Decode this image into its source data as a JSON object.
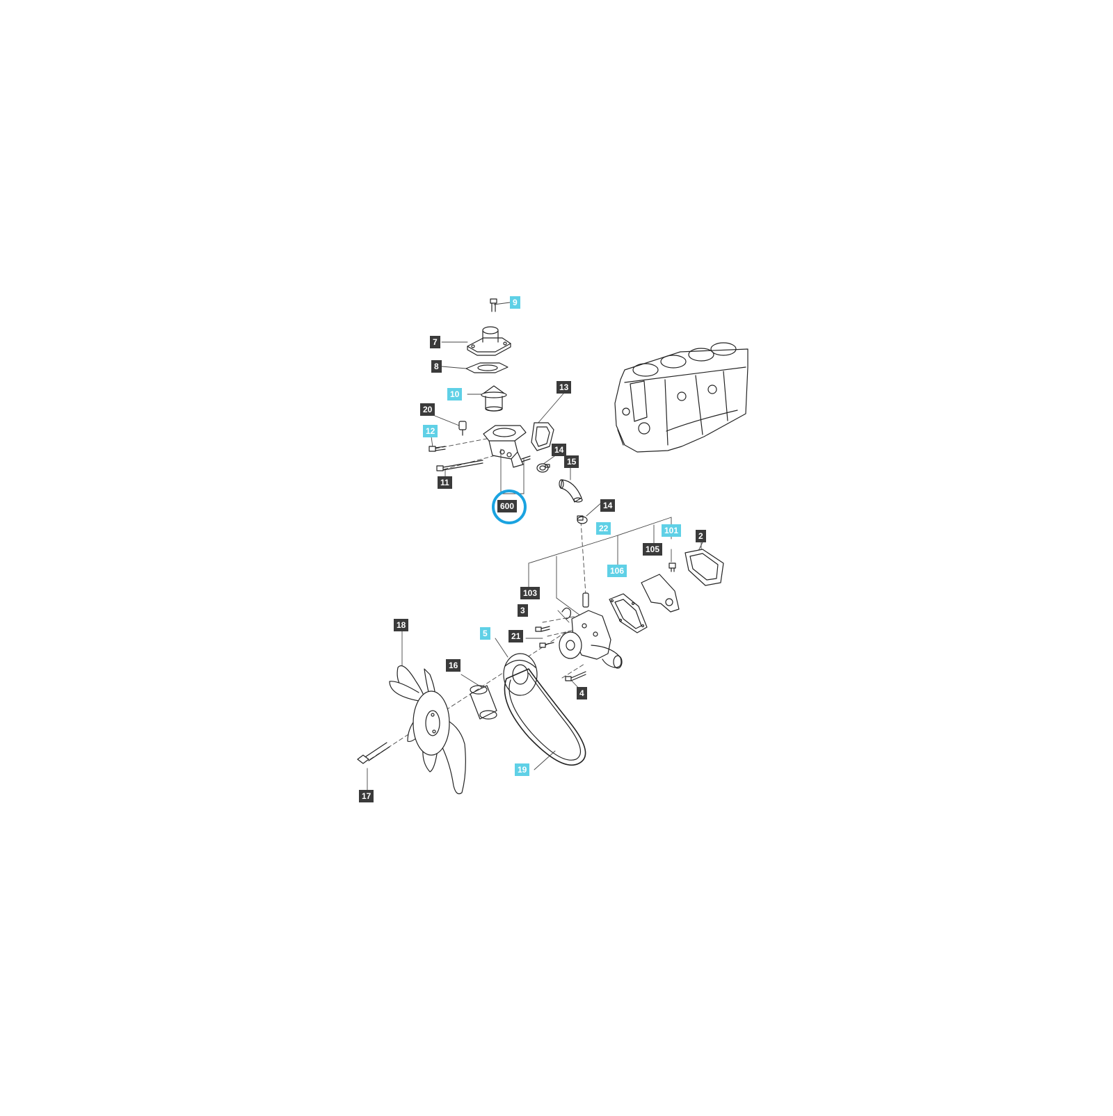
{
  "diagram": {
    "highlight_color": "#1aa3e0",
    "callout_colors": {
      "dark": "#3a3a3a",
      "cyan": "#5fd0e6"
    },
    "callouts": [
      {
        "id": "c9",
        "label": "9",
        "style": "cyan"
      },
      {
        "id": "c7",
        "label": "7",
        "style": "dark"
      },
      {
        "id": "c8",
        "label": "8",
        "style": "dark"
      },
      {
        "id": "c10",
        "label": "10",
        "style": "cyan"
      },
      {
        "id": "c13",
        "label": "13",
        "style": "dark"
      },
      {
        "id": "c20",
        "label": "20",
        "style": "dark"
      },
      {
        "id": "c12",
        "label": "12",
        "style": "cyan"
      },
      {
        "id": "c14a",
        "label": "14",
        "style": "dark"
      },
      {
        "id": "c15",
        "label": "15",
        "style": "dark"
      },
      {
        "id": "c11",
        "label": "11",
        "style": "dark"
      },
      {
        "id": "c600",
        "label": "600",
        "style": "dark",
        "highlighted": true
      },
      {
        "id": "c14b",
        "label": "14",
        "style": "dark"
      },
      {
        "id": "c22",
        "label": "22",
        "style": "cyan"
      },
      {
        "id": "c101",
        "label": "101",
        "style": "cyan"
      },
      {
        "id": "c2",
        "label": "2",
        "style": "dark"
      },
      {
        "id": "c105",
        "label": "105",
        "style": "dark"
      },
      {
        "id": "c106",
        "label": "106",
        "style": "cyan"
      },
      {
        "id": "c103",
        "label": "103",
        "style": "dark"
      },
      {
        "id": "c3",
        "label": "3",
        "style": "dark"
      },
      {
        "id": "c18",
        "label": "18",
        "style": "dark"
      },
      {
        "id": "c5",
        "label": "5",
        "style": "cyan"
      },
      {
        "id": "c21",
        "label": "21",
        "style": "dark"
      },
      {
        "id": "c16",
        "label": "16",
        "style": "dark"
      },
      {
        "id": "c4",
        "label": "4",
        "style": "dark"
      },
      {
        "id": "c19",
        "label": "19",
        "style": "cyan"
      },
      {
        "id": "c17",
        "label": "17",
        "style": "dark"
      }
    ]
  }
}
